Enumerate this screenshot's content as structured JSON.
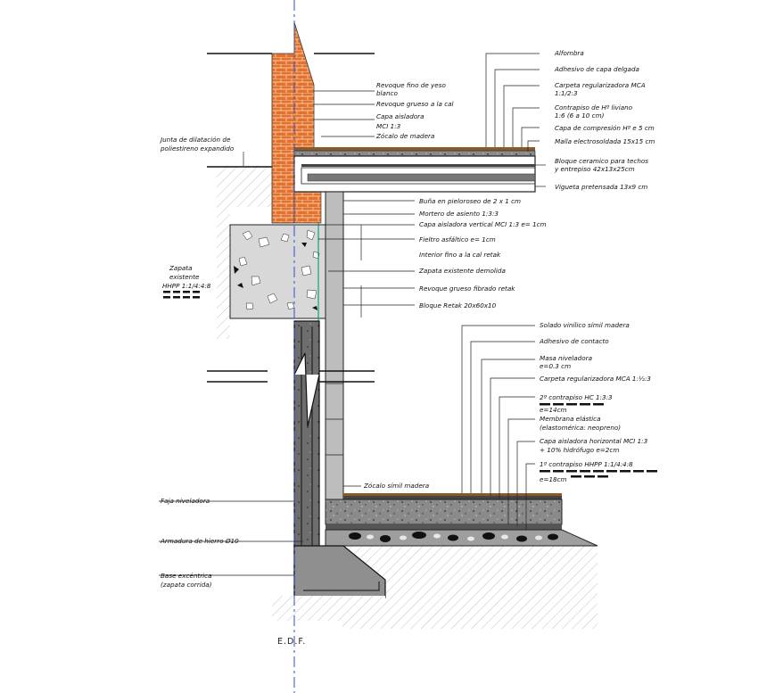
{
  "drawing": {
    "axis_label": "E.D.F.",
    "labels_top_right": [
      "Alfombra",
      "Adhesivo de capa delgada",
      "Carpeta regularizadora MCA",
      "1:1/2:3",
      "Contrapiso de Hº liviano",
      "1:6   (6 a 10 cm)",
      "Capa de compresión Hº e 5 cm",
      "Malla electrosoldada 15x15 cm",
      "Bloque ceramico para techos",
      "y entrepiso 42x13x25cm",
      "Vigueta pretensada 13x9 cm"
    ],
    "labels_wall": [
      "Revoque fino de yeso",
      "blanco",
      "Revoque grueso a la cal",
      "Capa aisladora",
      "MCI 1:3",
      "Zócalo de madera"
    ],
    "labels_middle": [
      "Buña en pieloroseo de 2 x 1 cm",
      "Mortero de asiento 1:3:3",
      "Capa aisladora vertical MCI 1:3 e= 1cm",
      "Fieltro asfáltico e= 1cm",
      "Interior fino a la cal retak",
      "Zapata existente demolida",
      "Revoque grueso fibrado retak",
      "Bloque Retak 20x60x10"
    ],
    "labels_bottom_right": [
      "Solado vinílico símil madera",
      "Adhesivo de contacto",
      "Masa niveladora",
      "e=0.3 cm",
      "Carpeta regularizadora MCA 1:½:3",
      "2º contrapiso HC 1:3:3",
      "e=14cm",
      "Membrana elástica",
      "(elastomérica: neopreno)",
      "Capa aisladora horizontal MCI 1:3",
      "+ 10% hidrófugo  e=2cm",
      "1º contrapiso HHPP 1:1/4:4:8",
      "e=18cm"
    ],
    "labels_left": [
      "Junta de dilatación de",
      "poliestireno expandido",
      "Zapata",
      "existente",
      "HHPP 1:1/4:4:8",
      "Faja niveladora",
      "Armadura de hierro Ø10",
      "Base excéntrica",
      "(zapata corrida)"
    ],
    "labels_lower": [
      "Zócalo símil madera"
    ]
  }
}
